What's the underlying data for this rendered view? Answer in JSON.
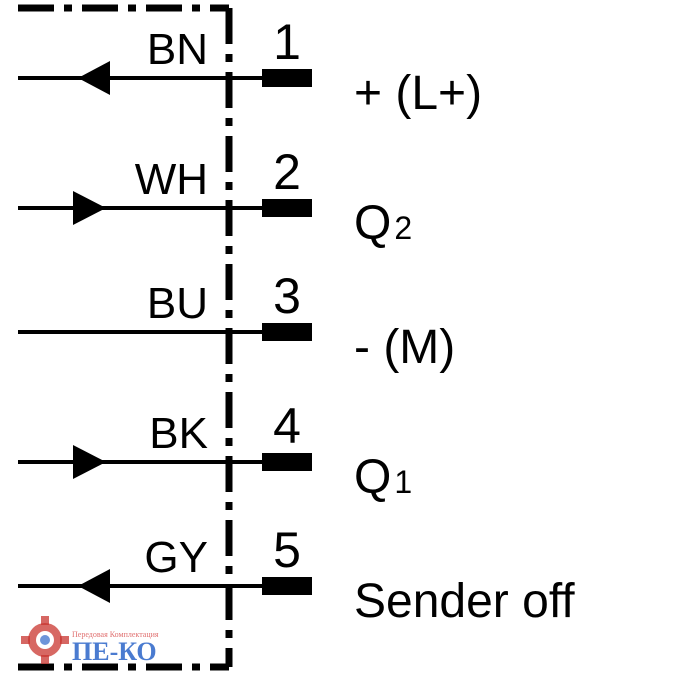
{
  "pins": [
    {
      "wire": "BN",
      "number": "1",
      "direction": "in",
      "function": "+ (L+)",
      "function_sub": ""
    },
    {
      "wire": "WH",
      "number": "2",
      "direction": "out",
      "function": "Q",
      "function_sub": "2"
    },
    {
      "wire": "BU",
      "number": "3",
      "direction": "none",
      "function": "- (M)",
      "function_sub": ""
    },
    {
      "wire": "BK",
      "number": "4",
      "direction": "out",
      "function": "Q",
      "function_sub": "1"
    },
    {
      "wire": "GY",
      "number": "5",
      "direction": "in",
      "function": "Sender off",
      "function_sub": ""
    }
  ],
  "watermark": {
    "tagline": "Передовая Комплектация",
    "brand": "ПЕ-КО",
    "colors": {
      "gear": "#c9352f",
      "text": "#4a7bd0",
      "tagline": "#e07070"
    }
  },
  "colors": {
    "line": "#000000",
    "background": "#ffffff"
  }
}
